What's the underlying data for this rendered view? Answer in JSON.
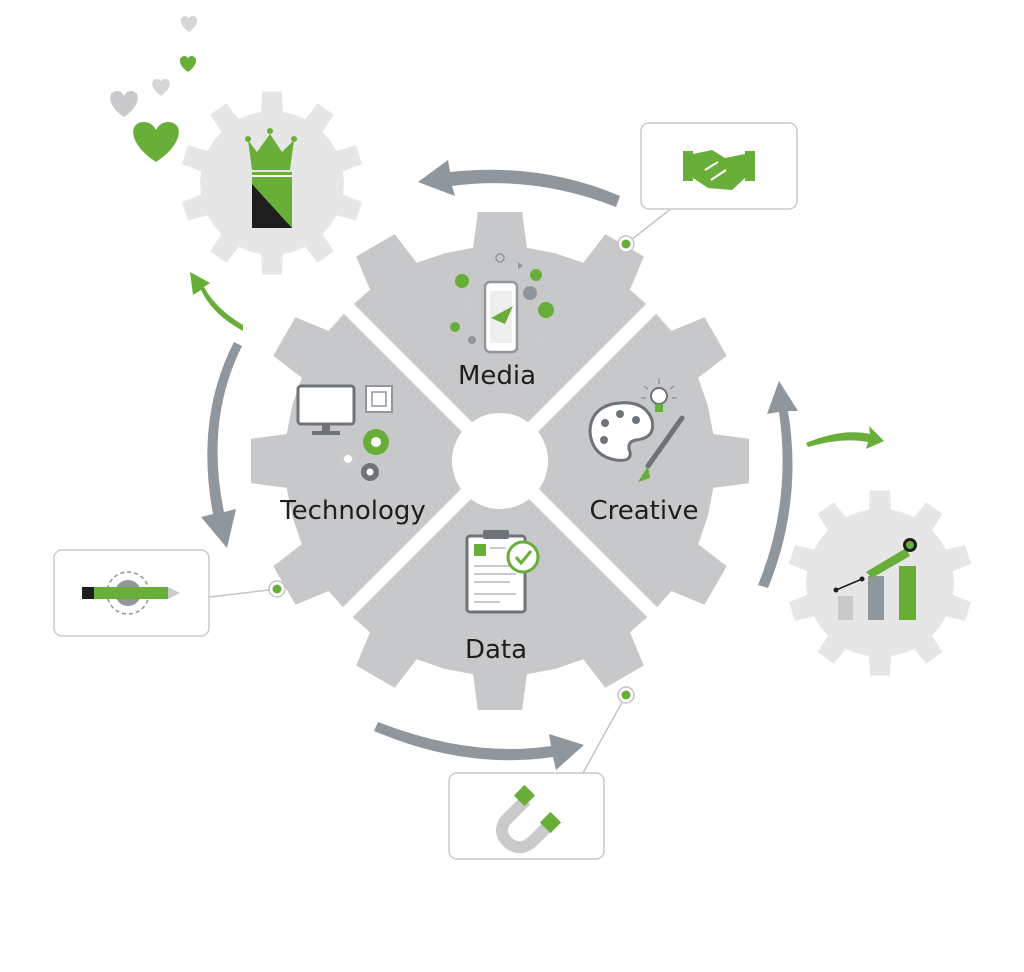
{
  "segments": {
    "media": "Media",
    "technology": "Technology",
    "creative": "Creative",
    "data": "Data"
  },
  "colors": {
    "gear": "#c7c8ca",
    "outer_gear": "#e6e6e6",
    "accent_green": "#6aae3a",
    "arrow_gray": "#8f979d",
    "dark": "#1e1e1e"
  },
  "icons": {
    "media": "phone-social-icon",
    "technology": "computer-gears-icon",
    "creative": "palette-brush-icon",
    "data": "clipboard-check-icon",
    "brand": "crown-logo-icon",
    "growth": "bar-chart-rocket-icon",
    "partnership": "handshake-icon",
    "tools": "pencil-gear-icon",
    "attraction": "magnet-icon"
  }
}
